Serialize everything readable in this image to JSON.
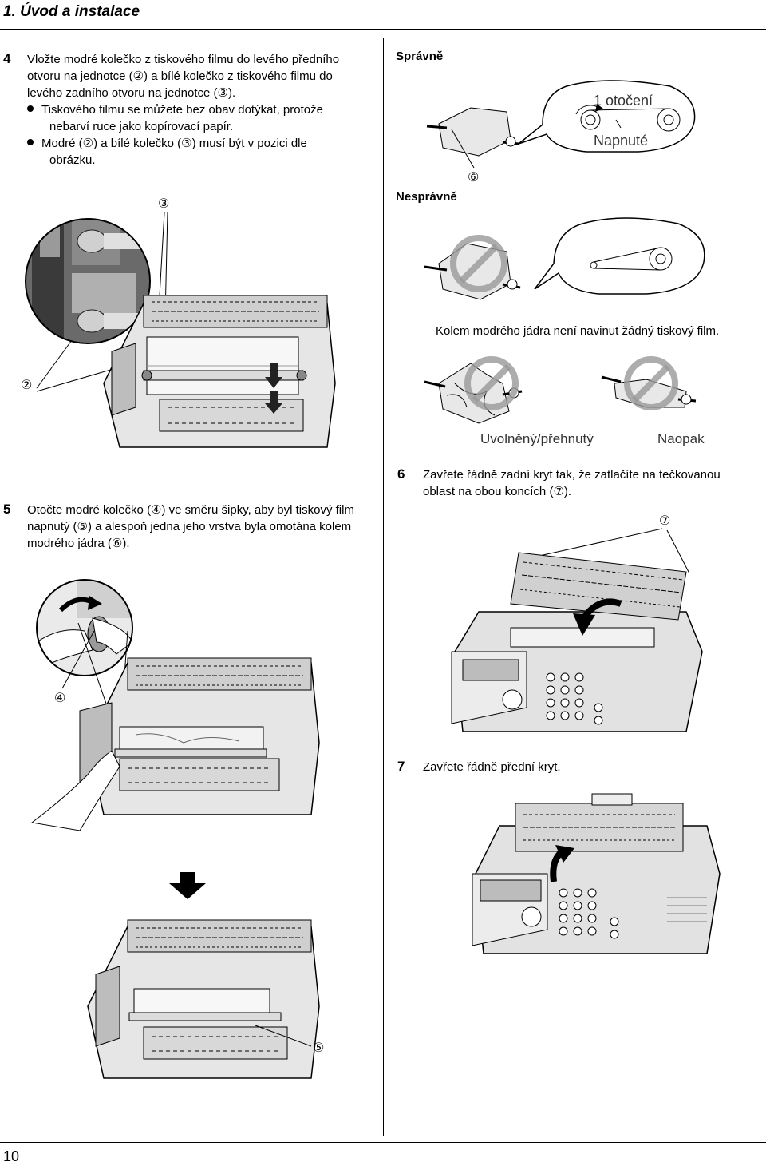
{
  "header": {
    "title": "1. Úvod a instalace"
  },
  "step4": {
    "number": "4",
    "lines": [
      "Vložte modré kolečko z tiskového filmu do levého předního",
      "otvoru na jednotce (②) a bílé kolečko z tiskového filmu do",
      "levého zadního otvoru na jednotce (③)."
    ],
    "bullets": [
      [
        "Tiskového filmu se můžete bez obav dotýkat, protože",
        "nebarví ruce jako kopírovací papír."
      ],
      [
        "Modré (②) a bílé kolečko (③) musí být v pozici dle",
        "obrázku."
      ]
    ]
  },
  "correct": {
    "correct_label": "Správně",
    "incorrect_label": "Nesprávně",
    "turn_label": "1 otočení",
    "taut_label": "Napnuté",
    "no_film_caption": "Kolem modrého jádra není navinut žádný tiskový film.",
    "loose_label": "Uvolněný/přehnutý",
    "reverse_label": "Naopak"
  },
  "callouts": {
    "c2": "②",
    "c3": "③",
    "c4": "④",
    "c5": "⑤",
    "c6": "⑥",
    "c7": "⑦"
  },
  "step5": {
    "number": "5",
    "lines": [
      "Otočte modré kolečko (④) ve směru šipky, aby byl tiskový film",
      "napnutý (⑤) a alespoň jedna jeho vrstva byla omotána kolem",
      "modrého jádra (⑥)."
    ]
  },
  "step6": {
    "number": "6",
    "lines": [
      "Zavřete řádně zadní kryt tak, že zatlačíte na tečkovanou",
      "oblast na obou koncích (⑦)."
    ]
  },
  "step7": {
    "number": "7",
    "text": "Zavřete řádně přední kryt."
  },
  "footer": {
    "page_number": "10"
  }
}
